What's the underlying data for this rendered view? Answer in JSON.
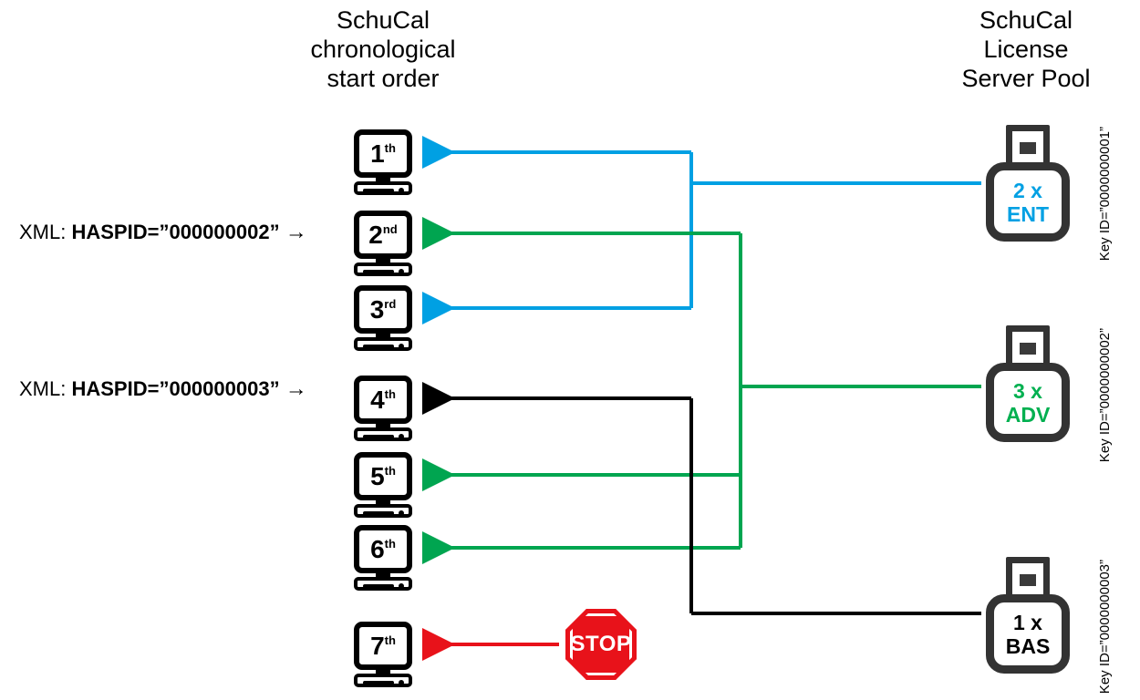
{
  "headings": {
    "left": "SchuCal\nchronological\nstart order",
    "right": "SchuCal\nLicense\nServer Pool"
  },
  "colors": {
    "blue": "#00A0E3",
    "green": "#00A550",
    "green_text": "#00B050",
    "black": "#000000",
    "red": "#E8121A",
    "dongle_body": "#333333"
  },
  "clients": [
    {
      "ordinal": "1",
      "suffix": "th",
      "name": "client-1"
    },
    {
      "ordinal": "2",
      "suffix": "nd",
      "name": "client-2"
    },
    {
      "ordinal": "3",
      "suffix": "rd",
      "name": "client-3"
    },
    {
      "ordinal": "4",
      "suffix": "th",
      "name": "client-4"
    },
    {
      "ordinal": "5",
      "suffix": "th",
      "name": "client-5"
    },
    {
      "ordinal": "6",
      "suffix": "th",
      "name": "client-6"
    },
    {
      "ordinal": "7",
      "suffix": "th",
      "name": "client-7"
    }
  ],
  "xml_labels": [
    {
      "lead": "XML:",
      "bold": "HASPID=”000000002”",
      "arrow": "→",
      "target_row": 2
    },
    {
      "lead": "XML:",
      "bold": "HASPID=”000000003”",
      "arrow": "→",
      "target_row": 4
    }
  ],
  "keys": [
    {
      "count": "2 x",
      "type": "ENT",
      "key_id": "Key ID=”0000000001”",
      "color": "#00A0E3",
      "serves_rows": [
        1,
        3
      ]
    },
    {
      "count": "3 x",
      "type": "ADV",
      "key_id": "Key ID=”0000000002”",
      "color": "#00B050",
      "serves_rows": [
        2,
        5,
        6
      ]
    },
    {
      "count": "1 x",
      "type": "BAS",
      "key_id": "Key ID=”0000000003”",
      "color": "#000000",
      "serves_rows": [
        4
      ]
    }
  ],
  "stop": {
    "label": "STOP",
    "target_row": 7
  }
}
